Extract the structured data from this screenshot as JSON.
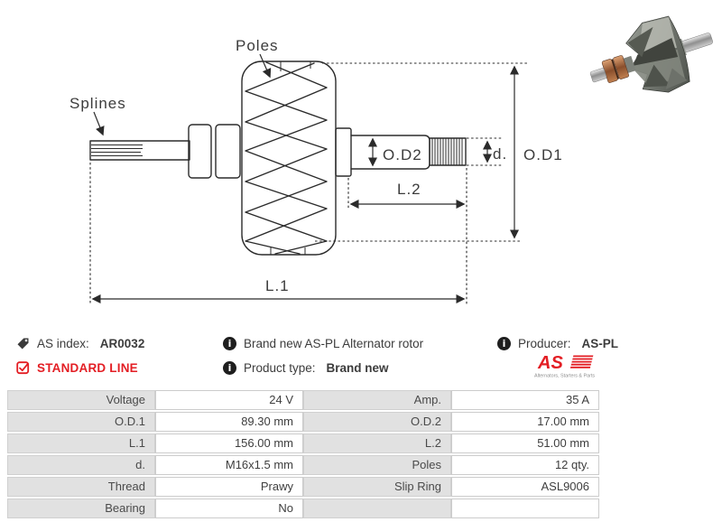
{
  "diagram": {
    "labels": {
      "poles": "Poles",
      "splines": "Splines",
      "od2": "O.D2",
      "d": "d.",
      "od1": "O.D1",
      "l2": "L.2",
      "l1": "L.1"
    }
  },
  "info": {
    "as_index_label": "AS index:",
    "as_index_value": "AR0032",
    "standard_line": "STANDARD LINE",
    "description": "Brand new AS-PL Alternator rotor",
    "product_type_label": "Product type:",
    "product_type_value": "Brand new",
    "producer_label": "Producer:",
    "producer_value": "AS-PL",
    "logo_text": "AS",
    "logo_tagline": "Alternators, Starters & Parts"
  },
  "colors": {
    "accent_red": "#e31e24",
    "text_dark": "#3c3c3c",
    "table_label_bg": "#e1e1e1",
    "line_color": "#2b2b2b"
  },
  "spec_table": {
    "col1": [
      {
        "label": "Voltage",
        "value": "24 V"
      },
      {
        "label": "O.D.1",
        "value": "89.30 mm"
      },
      {
        "label": "L.1",
        "value": "156.00 mm"
      },
      {
        "label": "d.",
        "value": "M16x1.5 mm"
      },
      {
        "label": "Thread",
        "value": "Prawy"
      },
      {
        "label": "Bearing",
        "value": "No"
      }
    ],
    "col2": [
      {
        "label": "Amp.",
        "value": "35 A"
      },
      {
        "label": "O.D.2",
        "value": "17.00 mm"
      },
      {
        "label": "L.2",
        "value": "51.00 mm"
      },
      {
        "label": "Poles",
        "value": "12 qty."
      },
      {
        "label": "Slip Ring",
        "value": "ASL9006"
      },
      {
        "label": "",
        "value": ""
      }
    ]
  }
}
